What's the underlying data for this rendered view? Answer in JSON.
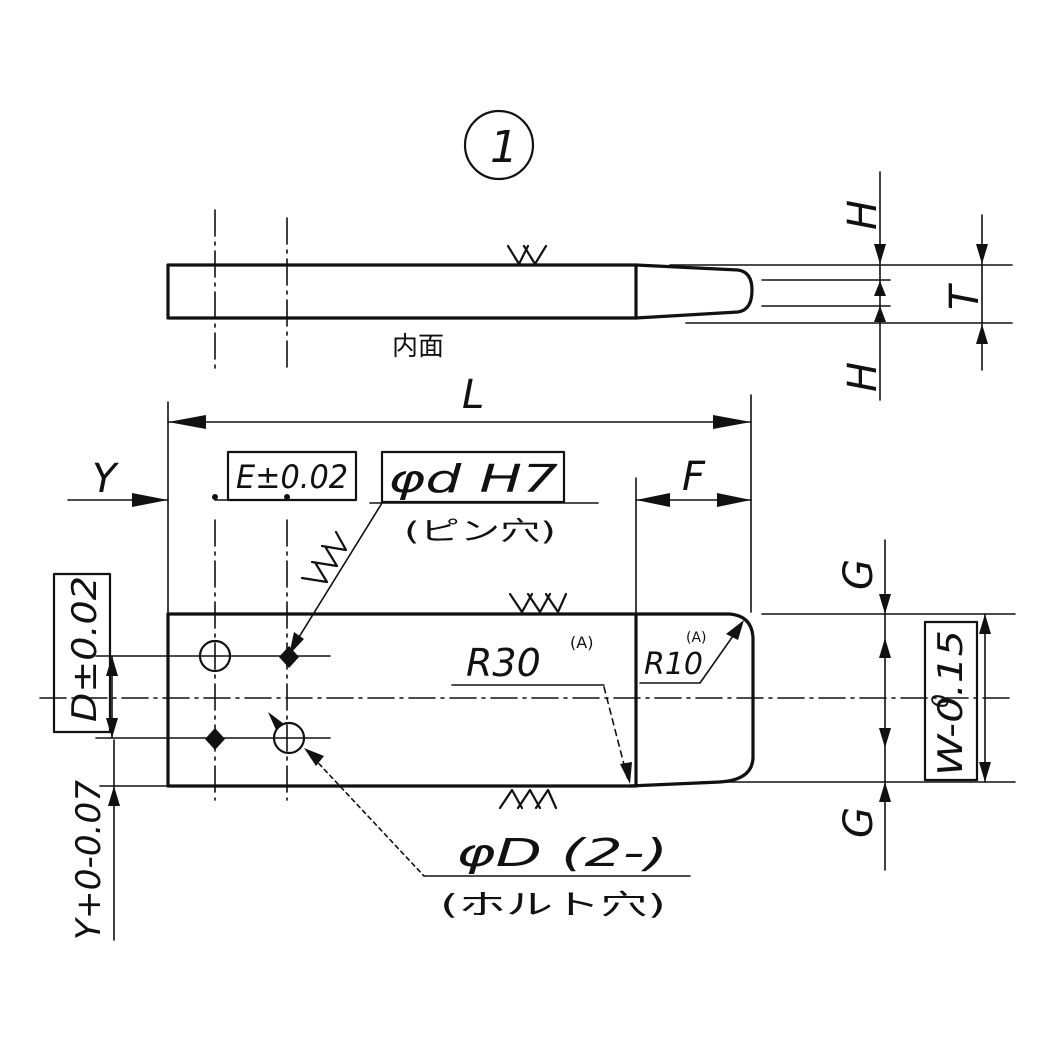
{
  "view_number": "1",
  "top_view": {
    "face_label": "内面",
    "dim_H_top": "H",
    "dim_H_bottom": "H",
    "dim_T": "T"
  },
  "dims": {
    "L": "L",
    "Y": "Y",
    "F": "F",
    "G_top": "G",
    "G_bottom": "G",
    "E_tol": "E±0.02",
    "D_tol": "D±0.02",
    "W_tol": "W-0.15",
    "W_tol_upper": "0",
    "Y_tol": "Y+0-0.07"
  },
  "callouts": {
    "pin_hole_dia": "φd H7",
    "pin_hole_note": "(ピン穴)",
    "bolt_hole_dia": "φD (2-)",
    "bolt_hole_note": "(ホルト穴)",
    "radius_30": "R30",
    "radius_30_note": "(A)",
    "radius_10": "R10",
    "radius_10_note": "(A)"
  }
}
